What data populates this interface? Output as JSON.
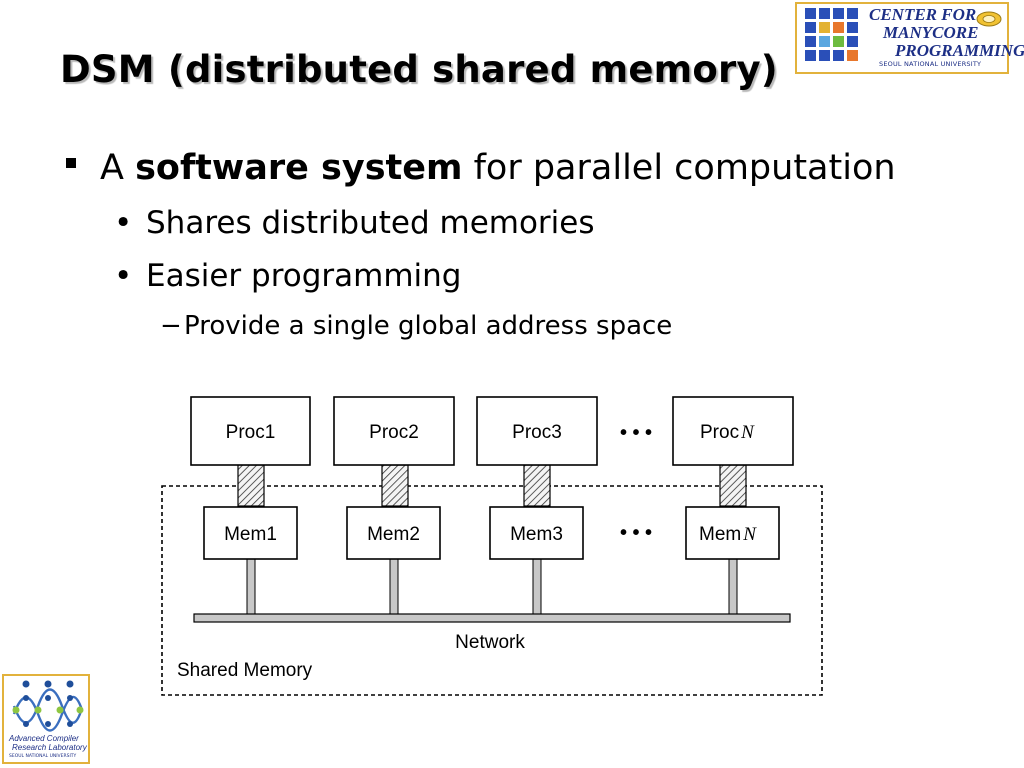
{
  "slide": {
    "title": "DSM (distributed shared memory)"
  },
  "logos": {
    "cmp": {
      "line1": "CENTER FOR",
      "line2": "MANYCORE",
      "line3": "PROGRAMMING",
      "university": "SEOUL NATIONAL UNIVERSITY"
    },
    "acrl": {
      "line1": "Advanced Compiler",
      "line2": "Research Laboratory",
      "university": "SEOUL NATIONAL UNIVERSITY"
    }
  },
  "bullets": {
    "main": {
      "prefix": "A ",
      "bold": "software system",
      "suffix": " for parallel computation"
    },
    "sub": [
      {
        "marker": "•",
        "text": "Shares distributed memories"
      },
      {
        "marker": "•",
        "text": "Easier programming"
      }
    ],
    "subsub": [
      {
        "marker": "−",
        "text": "Provide a single global address space"
      }
    ]
  },
  "diagram": {
    "processors": [
      "Proc1",
      "Proc2",
      "Proc3"
    ],
    "processor_last": {
      "prefix": "Proc",
      "var": "N"
    },
    "memories": [
      "Mem1",
      "Mem2",
      "Mem3"
    ],
    "memory_last": {
      "prefix": "Mem",
      "var": "N"
    },
    "ellipsis": "• • •",
    "network_label": "Network",
    "shared_memory_label": "Shared Memory"
  }
}
